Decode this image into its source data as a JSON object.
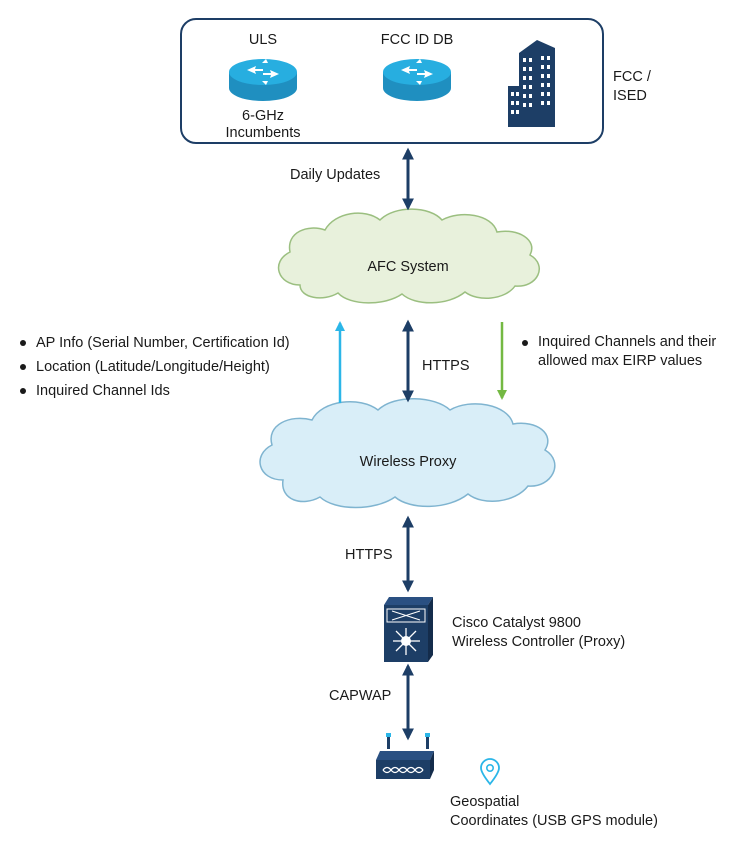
{
  "fcc_box": {
    "uls_label": "ULS",
    "uls_caption": "6-GHz\nIncumbents",
    "fccid_label": "FCC ID DB",
    "fcc_label": "FCC /\nISED"
  },
  "links": {
    "daily_updates": "Daily Updates",
    "https_upper": "HTTPS",
    "https_lower": "HTTPS",
    "capwap": "CAPWAP"
  },
  "clouds": {
    "afc": "AFC System",
    "proxy": "Wireless Proxy"
  },
  "request_info": [
    "AP Info (Serial Number, Certification Id)",
    "Location (Latitude/Longitude/Height)",
    "Inquired Channel Ids"
  ],
  "response_info": [
    "Inquired Channels and their\nallowed max EIRP values"
  ],
  "controller": {
    "label": "Cisco Catalyst 9800\nWireless Controller (Proxy)"
  },
  "gps": {
    "label": "Geospatial\nCoordinates (USB GPS module)"
  },
  "colors": {
    "navy": "#1d3e66",
    "router": "#27aee0",
    "request_arrow": "#2bb6e8",
    "response_arrow": "#74b943",
    "afc_fill": "#e8f1dc",
    "afc_stroke": "#9bbf80",
    "proxy_fill": "#d9eef8",
    "proxy_stroke": "#7fb4d0"
  }
}
